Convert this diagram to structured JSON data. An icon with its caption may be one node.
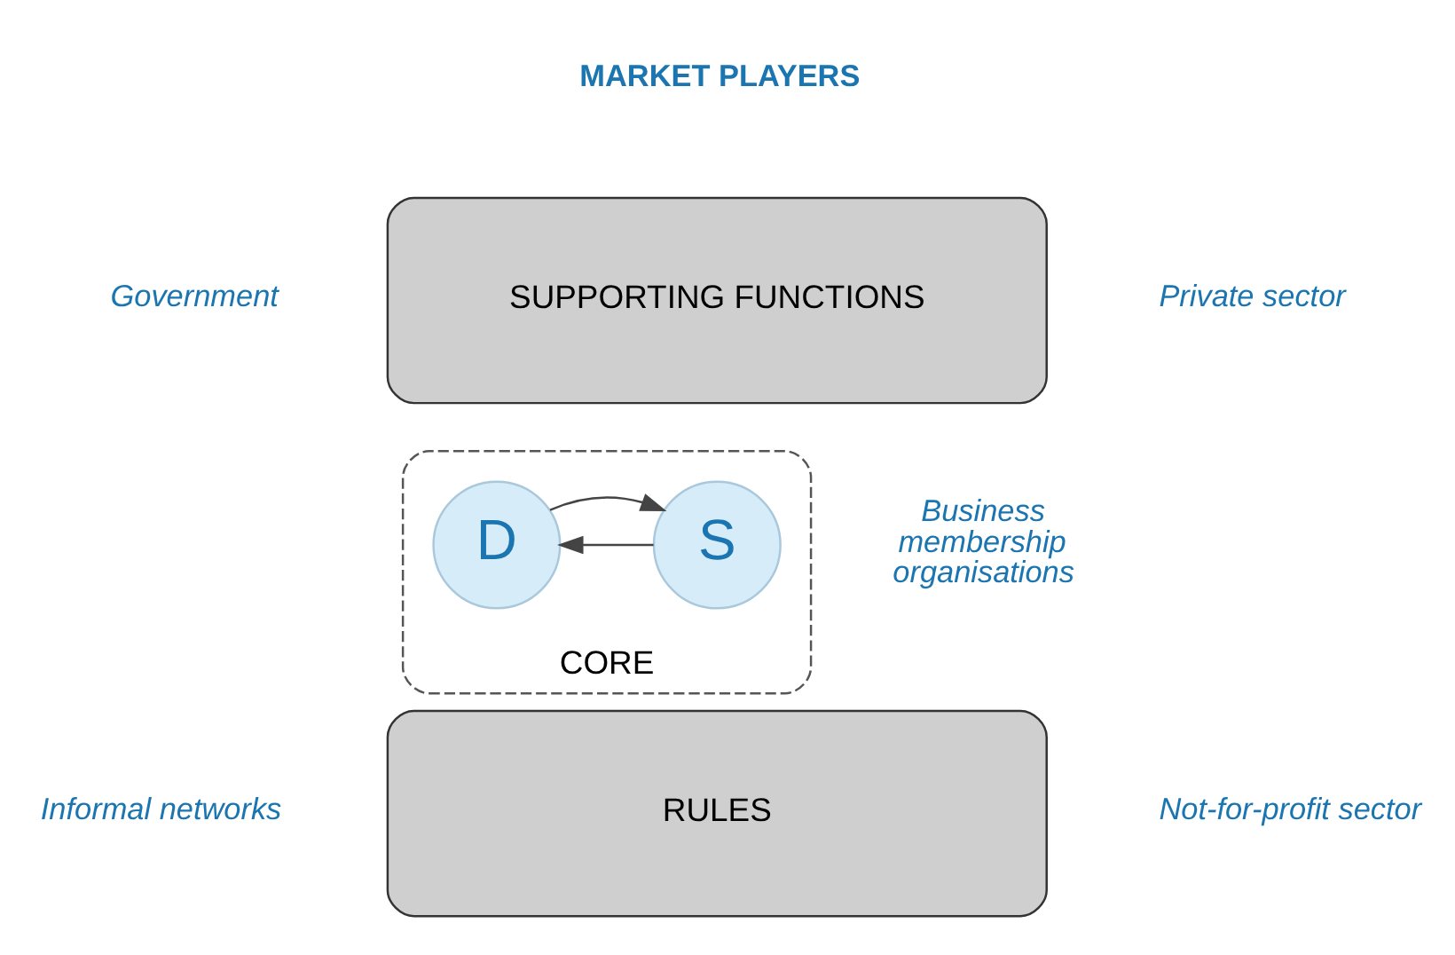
{
  "diagram": {
    "nodes": [
      {
        "text": [
          "SUPPORTING FUNCTIONS"
        ]
      },
      {
        "text": [
          "CORE"
        ]
      },
      {
        "text": [
          "S"
        ],
        "in": 1
      },
      {
        "text": [
          "D"
        ],
        "in": 1
      },
      {
        "text": [
          "RULES"
        ]
      }
    ],
    "edges": [
      {
        "from": 2,
        "to": 3,
        "arrow": "to"
      },
      {
        "from": 3,
        "to": 2,
        "arrow": "to"
      }
    ],
    "labels": [
      "MARKET PLAYERS",
      "Private sector",
      "Government",
      "Business membership organisations",
      "Informal networks",
      "Not-for-profit sector"
    ]
  }
}
